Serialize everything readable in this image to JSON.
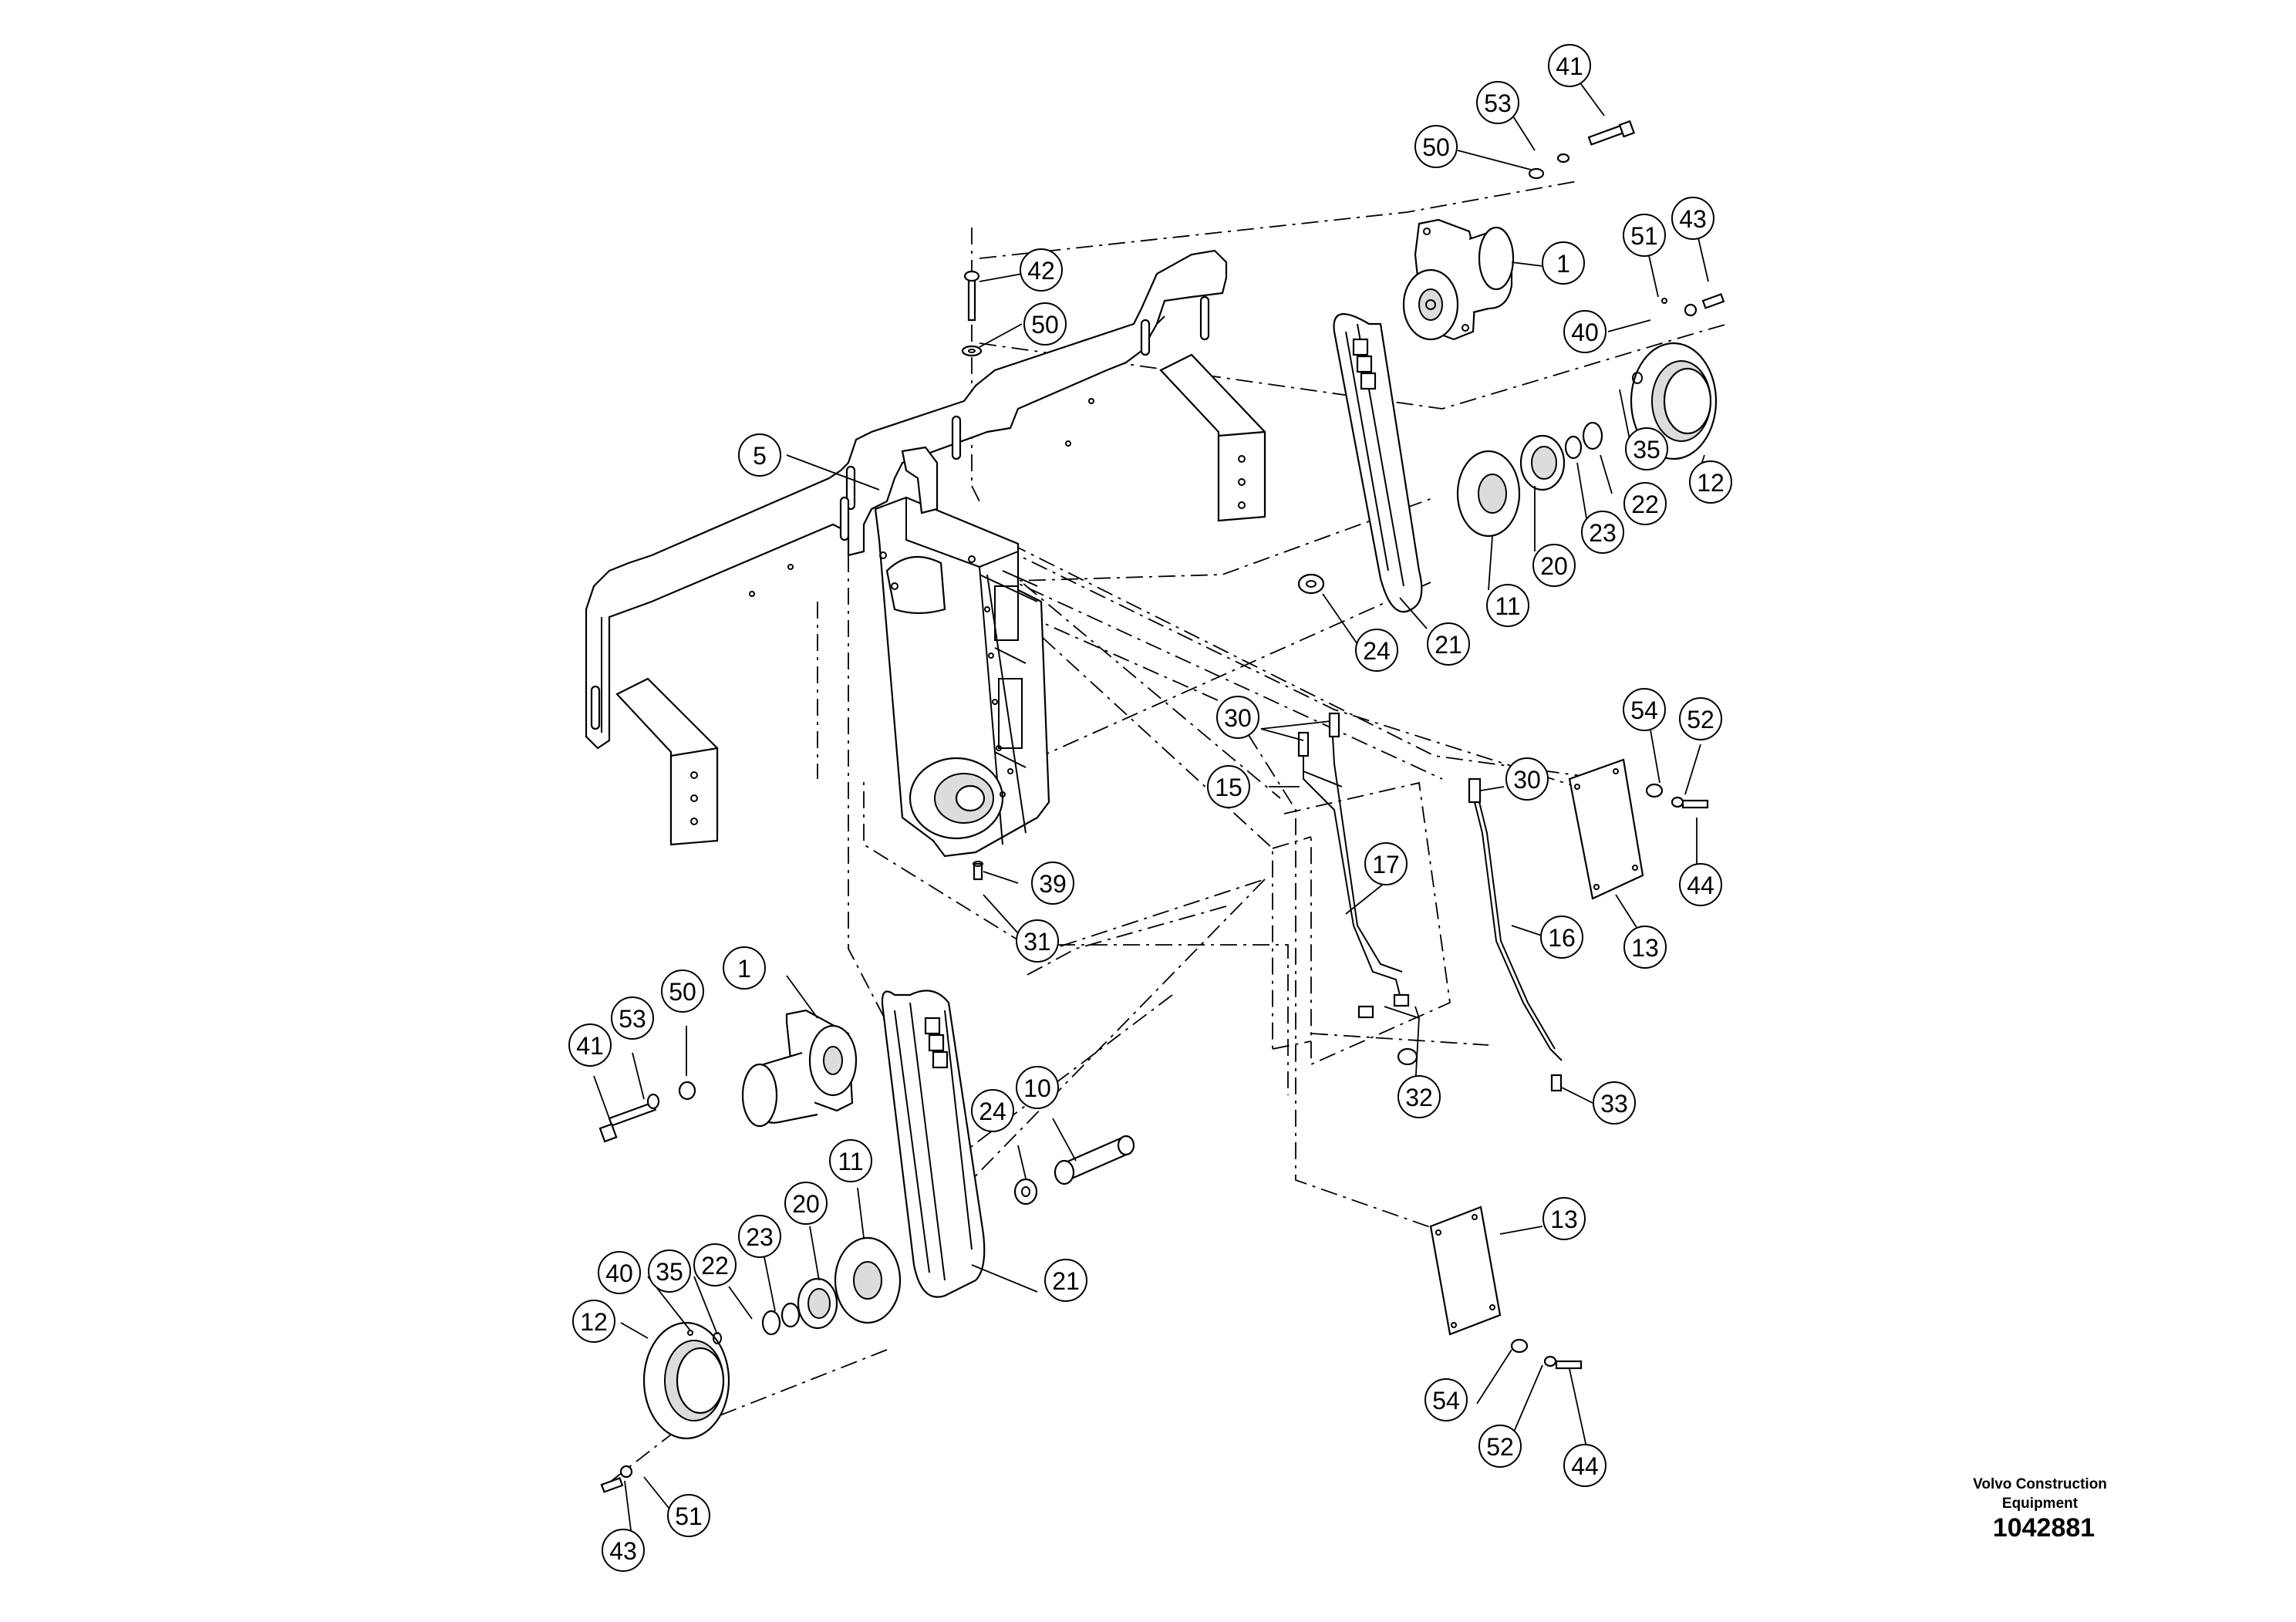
{
  "callouts": [
    "41",
    "53",
    "50",
    "1",
    "51",
    "43",
    "40",
    "35",
    "12",
    "42",
    "50",
    "5",
    "22",
    "23",
    "20",
    "11",
    "21",
    "24",
    "54",
    "52",
    "30",
    "15",
    "30",
    "44",
    "17",
    "39",
    "13",
    "16",
    "31",
    "1",
    "53",
    "50",
    "41",
    "10",
    "24",
    "32",
    "33",
    "11",
    "20",
    "23",
    "22",
    "40",
    "35",
    "12",
    "21",
    "13",
    "54",
    "52",
    "44",
    "43",
    "51"
  ],
  "footer": {
    "brand_line1": "Volvo Construction",
    "brand_line2": "Equipment",
    "drawing_number": "1042881"
  }
}
